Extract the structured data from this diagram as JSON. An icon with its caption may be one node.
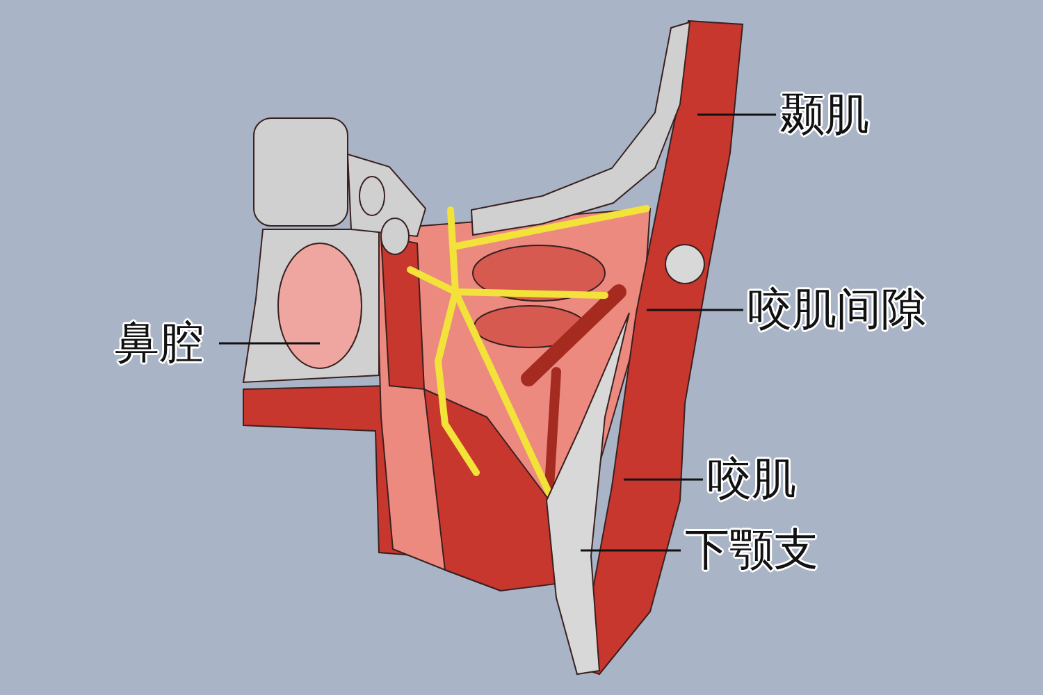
{
  "diagram": {
    "nodes": [
      {
        "text": [
          "颞肌"
        ]
      },
      {
        "text": [
          "咬肌间隙"
        ]
      },
      {
        "text": [
          "鼻腔"
        ]
      },
      {
        "text": [
          "咬肌"
        ]
      },
      {
        "text": [
          "下颚支"
        ]
      }
    ],
    "edges": [
      {
        "from": 0,
        "to": null,
        "arrow": "none"
      },
      {
        "from": 1,
        "to": null,
        "arrow": "none"
      },
      {
        "from": 2,
        "to": null,
        "arrow": "none"
      },
      {
        "from": 3,
        "to": null,
        "arrow": "none"
      },
      {
        "from": 4,
        "to": null,
        "arrow": "none"
      }
    ]
  }
}
